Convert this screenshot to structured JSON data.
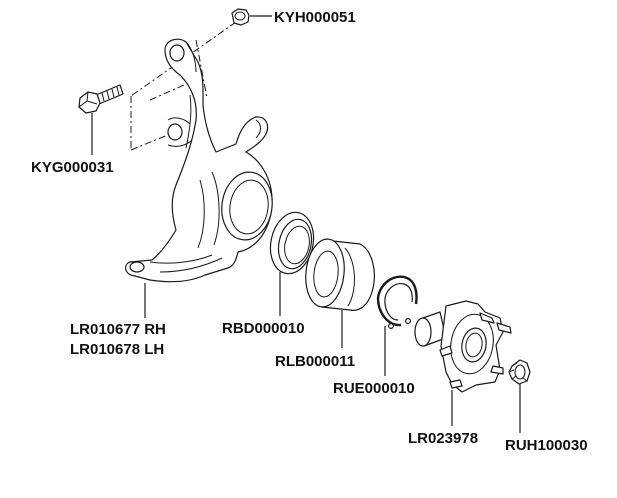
{
  "labels": {
    "nut_top": "KYH000051",
    "bolt": "KYG000031",
    "knuckle_rh": "LR010677 RH",
    "knuckle_lh": "LR010678 LH",
    "seal": "RBD000010",
    "bearing": "RLB000011",
    "circlip": "RUE000010",
    "hub": "LR023978",
    "hub_nut": "RUH100030"
  }
}
